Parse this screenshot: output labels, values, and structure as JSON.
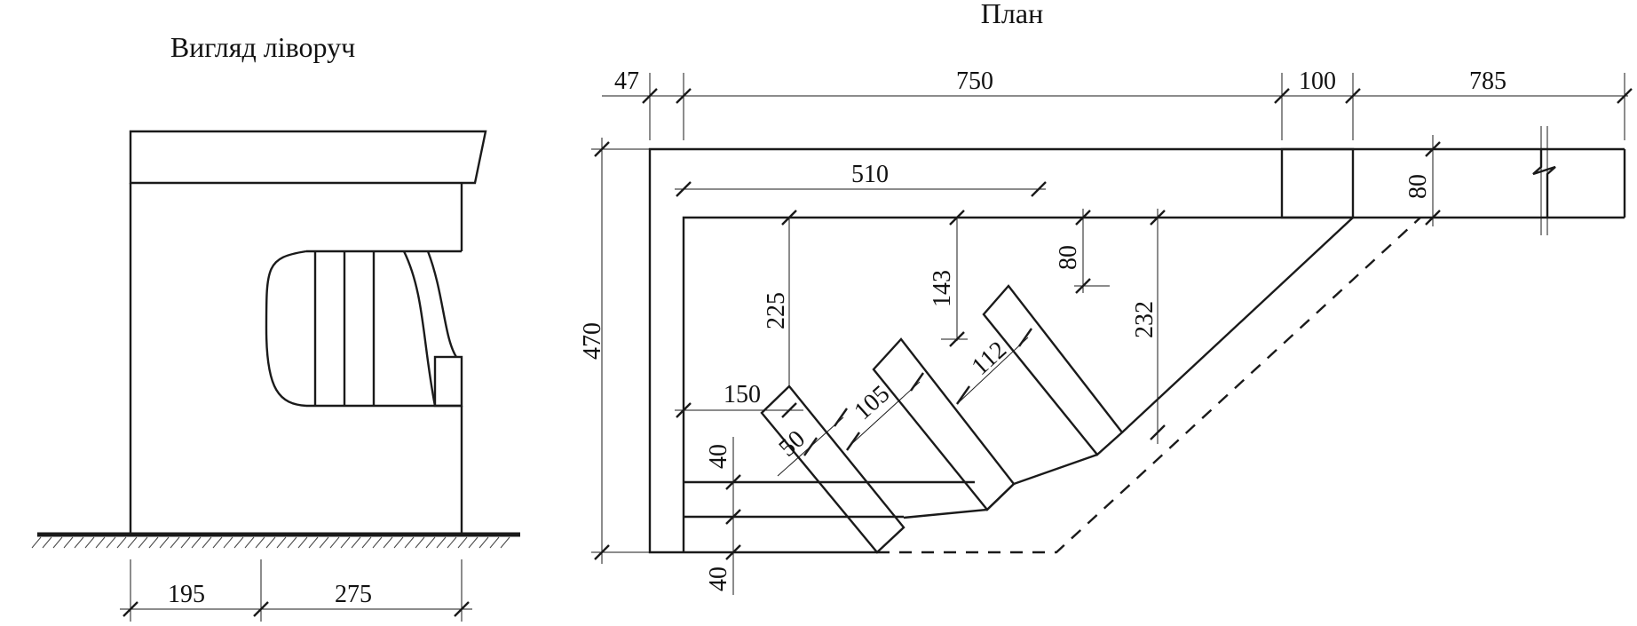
{
  "titles": {
    "left_view": "Вигляд ліворуч",
    "plan": "План"
  },
  "left_view": {
    "dims": {
      "d195": "195",
      "d275": "275"
    }
  },
  "plan": {
    "dims": {
      "d47": "47",
      "d750": "750",
      "d100": "100",
      "d785": "785",
      "d510": "510",
      "d80_top": "80",
      "d470": "470",
      "d225": "225",
      "d143": "143",
      "d80": "80",
      "d232": "232",
      "d150": "150",
      "d112": "112",
      "d105": "105",
      "d50": "50",
      "d40_upper": "40",
      "d40_lower": "40"
    }
  },
  "colors": {
    "ink": "#1a1a1a",
    "paper": "#ffffff"
  }
}
